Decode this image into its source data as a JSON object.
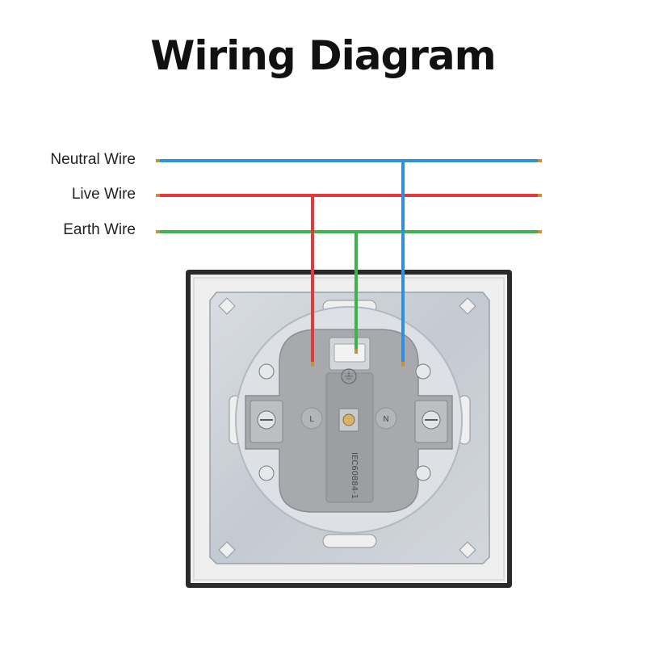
{
  "title": "Wiring Diagram",
  "wires": {
    "neutral": {
      "label": "Neutral Wire",
      "color": "#2f8fe0"
    },
    "live": {
      "label": "Live Wire",
      "color": "#e23a3a"
    },
    "earth": {
      "label": "Earth Wire",
      "color": "#3cb44b"
    }
  },
  "socket": {
    "terminal_live": "L",
    "terminal_neutral": "N",
    "standard_mark": "IEC60884-1",
    "colors": {
      "frame": "#2a2a2a",
      "plate": "#efefef",
      "metal": "#c9cfd6",
      "insert": "#a7a9ac"
    }
  }
}
